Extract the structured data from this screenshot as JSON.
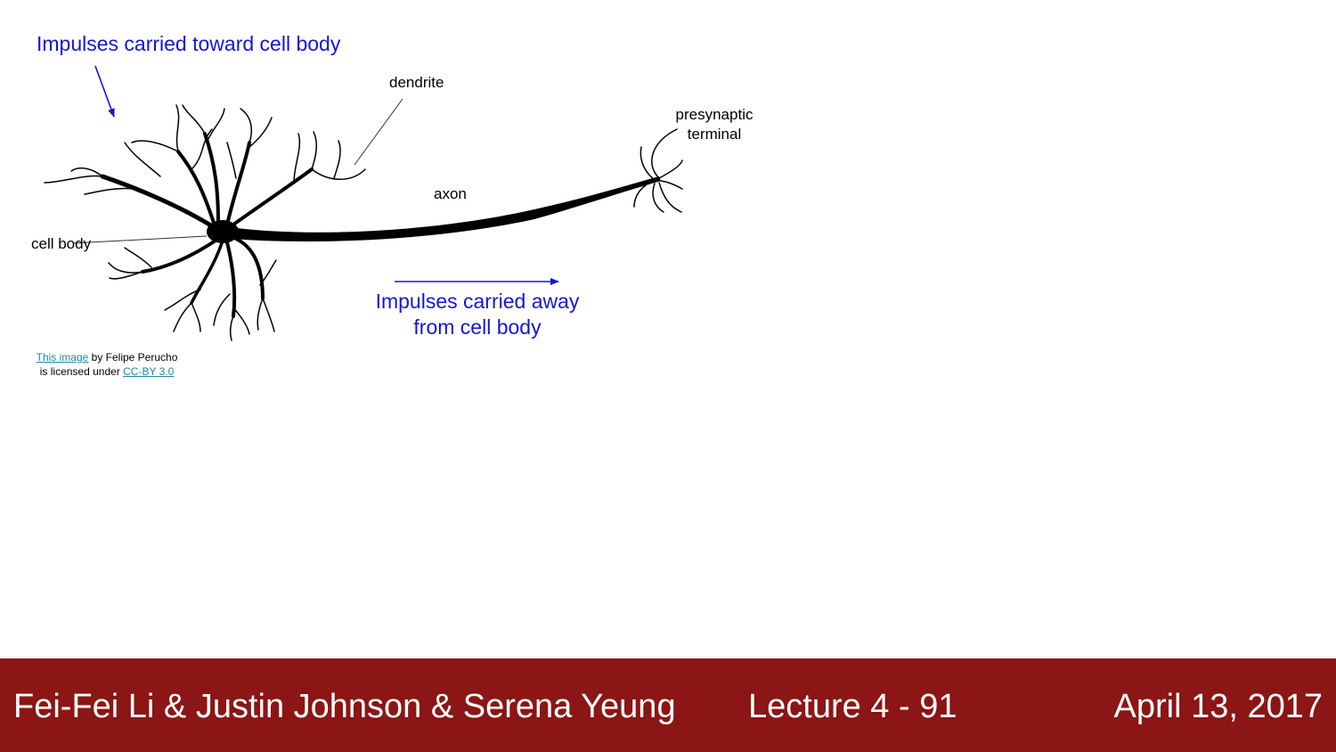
{
  "slide": {
    "annotations": {
      "impulses_toward": "Impulses carried toward cell body",
      "impulses_away_line1": "Impulses carried away",
      "impulses_away_line2": "from cell body"
    },
    "labels": {
      "dendrite": "dendrite",
      "axon": "axon",
      "cell_body": "cell body",
      "presynaptic_line1": "presynaptic",
      "presynaptic_line2": "terminal"
    },
    "credit": {
      "link1": "This image",
      "text1": " by Felipe Perucho",
      "text2": "is licensed under ",
      "link2": "CC-BY 3.0"
    }
  },
  "footer": {
    "authors": "Fei-Fei Li & Justin Johnson & Serena Yeung",
    "lecture": "Lecture 4 - 91",
    "date": "April 13, 2017"
  },
  "colors": {
    "annotation": "#1515d6",
    "footer_bg": "#8c1515",
    "link": "#1f8a9e"
  }
}
